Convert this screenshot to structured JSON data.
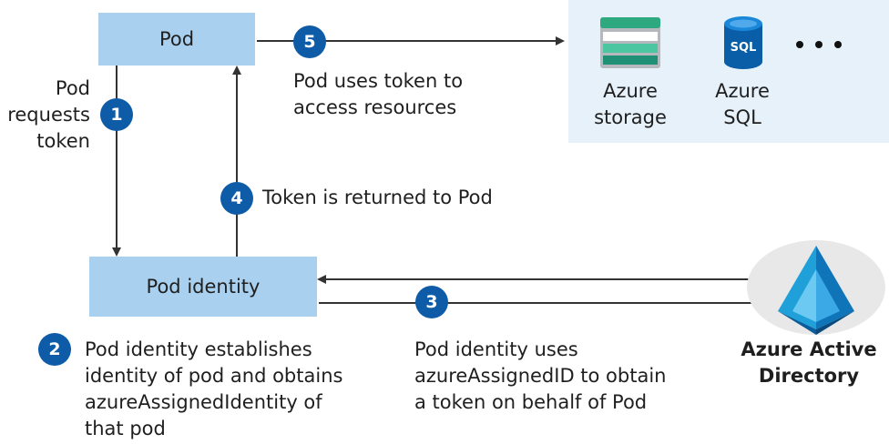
{
  "boxes": {
    "pod": "Pod",
    "pod_identity": "Pod identity"
  },
  "steps": {
    "s1": {
      "num": "1",
      "lines": [
        "Pod",
        "requests",
        "token"
      ]
    },
    "s2": {
      "num": "2",
      "lines": [
        "Pod identity establishes",
        "identity of pod and obtains",
        "azureAssignedIdentity of",
        "that pod"
      ]
    },
    "s3": {
      "num": "3",
      "lines": [
        "Pod identity uses",
        "azureAssignedID to obtain",
        "a token on behalf of Pod"
      ]
    },
    "s4": {
      "num": "4",
      "text": "Token is returned to Pod"
    },
    "s5": {
      "num": "5",
      "lines": [
        "Pod uses token to",
        "access resources"
      ]
    }
  },
  "resources": {
    "storage": {
      "lines": [
        "Azure",
        "storage"
      ],
      "icon": "azure-storage-icon"
    },
    "sql": {
      "lines": [
        "Azure",
        "SQL"
      ],
      "icon": "azure-sql-icon",
      "icon_text": "SQL"
    },
    "more_icon": "ellipsis-icon"
  },
  "aad": {
    "lines": [
      "Azure Active",
      "Directory"
    ],
    "icon": "azure-active-directory-icon"
  },
  "colors": {
    "box": "#a9d1ef",
    "panel": "#e6f1fa",
    "badge": "#0e5ca8",
    "arrow": "#333333"
  }
}
